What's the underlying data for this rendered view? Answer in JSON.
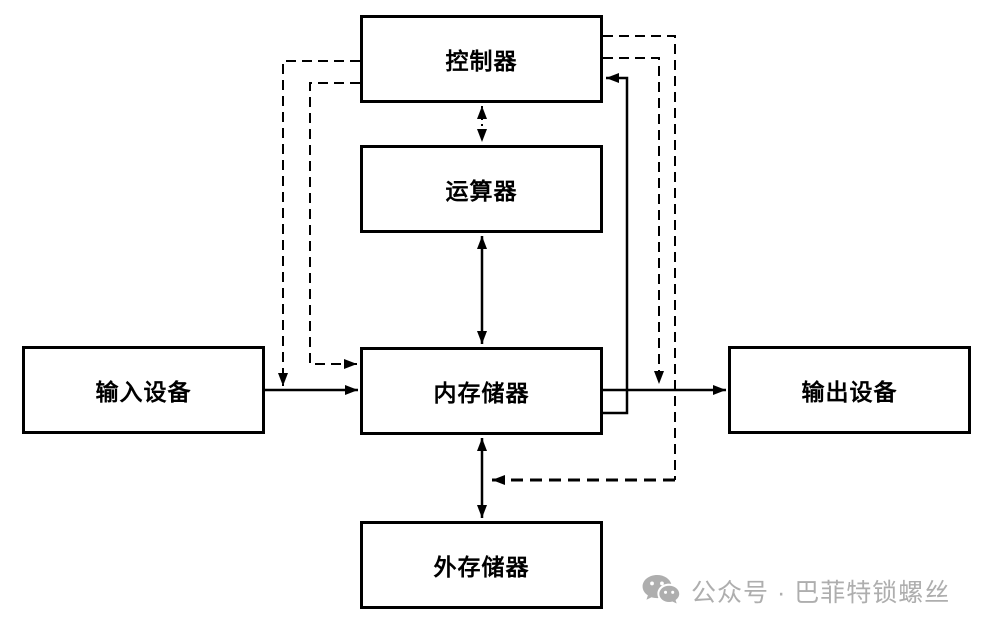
{
  "nodes": {
    "controller": {
      "label": "控制器"
    },
    "alu": {
      "label": "运算器"
    },
    "memory": {
      "label": "内存储器"
    },
    "input_device": {
      "label": "输入设备"
    },
    "output_device": {
      "label": "输出设备"
    },
    "external_storage": {
      "label": "外存储器"
    }
  },
  "edges": [
    {
      "from": "input_device",
      "to": "memory",
      "style": "solid",
      "direction": "one-way"
    },
    {
      "from": "memory",
      "to": "output_device",
      "style": "solid",
      "direction": "one-way"
    },
    {
      "from": "alu",
      "to": "memory",
      "style": "solid",
      "direction": "two-way"
    },
    {
      "from": "memory",
      "to": "external_storage",
      "style": "solid",
      "direction": "two-way"
    },
    {
      "from": "memory",
      "to": "controller",
      "style": "solid",
      "direction": "one-way"
    },
    {
      "from": "controller",
      "to": "alu",
      "style": "dotted",
      "direction": "two-way"
    },
    {
      "from": "controller",
      "to": "input_device",
      "style": "dashed",
      "direction": "one-way"
    },
    {
      "from": "controller",
      "to": "memory",
      "style": "dashed",
      "direction": "one-way"
    },
    {
      "from": "controller",
      "to": "output_device",
      "style": "dashed",
      "direction": "one-way"
    },
    {
      "from": "controller",
      "to": "external_storage",
      "style": "dashed",
      "direction": "one-way"
    }
  ],
  "watermark": {
    "label": "公众号 · 巴菲特锁螺丝"
  },
  "colors": {
    "stroke": "#000000",
    "box_fill": "#ffffff",
    "background": "#ffffff",
    "watermark": "#aeaeae"
  }
}
